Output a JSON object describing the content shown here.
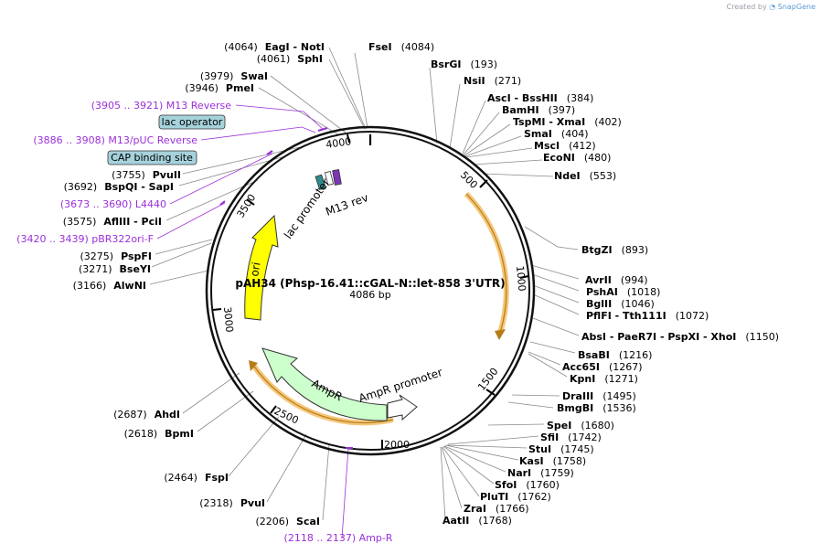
{
  "credit": {
    "created_by": "Created by",
    "brand": "SnapGene"
  },
  "plasmid": {
    "name": "pAH34 (Phsp-16.41::cGAL-N::let-858 3'UTR)",
    "length_label": "4086 bp",
    "length": 4086
  },
  "ticks": [
    "500",
    "1000",
    "1500",
    "2000",
    "2500",
    "3000",
    "3500",
    "4000"
  ],
  "features": {
    "ori": "ori",
    "ampr": "AmpR",
    "ampr_promoter": "AmpR promoter",
    "lac_promoter": "lac promoter",
    "m13_rev": "M13 rev"
  },
  "badges": {
    "lac_operator": "lac operator",
    "cap_site": "CAP binding site"
  },
  "right_labels": [
    {
      "name": "FseI",
      "pos": "(4084)"
    },
    {
      "name": "BsrGI",
      "pos": "(193)"
    },
    {
      "name": "NsiI",
      "pos": "(271)"
    },
    {
      "name": "AscI   -  BssHII",
      "pos": "(384)"
    },
    {
      "name": "BamHI",
      "pos": "(397)"
    },
    {
      "name": "TspMI   -  XmaI",
      "pos": "(402)"
    },
    {
      "name": "SmaI",
      "pos": "(404)"
    },
    {
      "name": "MscI",
      "pos": "(412)"
    },
    {
      "name": "EcoNI",
      "pos": "(480)"
    },
    {
      "name": "NdeI",
      "pos": "(553)"
    },
    {
      "name": "BtgZI",
      "pos": "(893)"
    },
    {
      "name": "AvrII",
      "pos": "(994)"
    },
    {
      "name": "PshAI",
      "pos": "(1018)"
    },
    {
      "name": "BglII",
      "pos": "(1046)"
    },
    {
      "name": "PflFI   -  Tth111I",
      "pos": "(1072)"
    },
    {
      "name": "AbsI   -  PaeR7I   -  PspXI   -  XhoI",
      "pos": "(1150)"
    },
    {
      "name": "BsaBI",
      "pos": "(1216)"
    },
    {
      "name": "Acc65I",
      "pos": "(1267)"
    },
    {
      "name": "KpnI",
      "pos": "(1271)"
    },
    {
      "name": "DraIII",
      "pos": "(1495)"
    },
    {
      "name": "BmgBI",
      "pos": "(1536)"
    },
    {
      "name": "SpeI",
      "pos": "(1680)"
    },
    {
      "name": "SfiI",
      "pos": "(1742)"
    },
    {
      "name": "StuI",
      "pos": "(1745)"
    },
    {
      "name": "KasI",
      "pos": "(1758)"
    },
    {
      "name": "NarI",
      "pos": "(1759)"
    },
    {
      "name": "SfoI",
      "pos": "(1760)"
    },
    {
      "name": "PluTI",
      "pos": "(1762)"
    },
    {
      "name": "ZraI",
      "pos": "(1766)"
    },
    {
      "name": "AatII",
      "pos": "(1768)"
    }
  ],
  "left_labels": [
    {
      "pos": "(4064)",
      "name": "EagI   -  NotI"
    },
    {
      "pos": "(4061)",
      "name": "SphI"
    },
    {
      "pos": "(3979)",
      "name": "SwaI"
    },
    {
      "pos": "(3946)",
      "name": "PmeI"
    },
    {
      "pos": "(3755)",
      "name": "PvuII"
    },
    {
      "pos": "(3692)",
      "name": "BspQI   -  SapI"
    },
    {
      "pos": "(3575)",
      "name": "AflIII   -  PciI"
    },
    {
      "pos": "(3275)",
      "name": "PspFI"
    },
    {
      "pos": "(3271)",
      "name": "BseYI"
    },
    {
      "pos": "(3166)",
      "name": "AlwNI"
    },
    {
      "pos": "(2687)",
      "name": "AhdI"
    },
    {
      "pos": "(2618)",
      "name": "BpmI"
    },
    {
      "pos": "(2464)",
      "name": "FspI"
    },
    {
      "pos": "(2318)",
      "name": "PvuI"
    },
    {
      "pos": "(2206)",
      "name": "ScaI"
    }
  ],
  "primers": [
    "(3905 .. 3921)  M13 Reverse",
    "(3886 .. 3908)  M13/pUC Reverse",
    "(3673 .. 3690)  L4440",
    "(3420 .. 3439)  pBR322ori-F",
    "(2118 .. 2137)  Amp-R"
  ],
  "colors": {
    "ori": "#ffff00",
    "ampr": "#ccffcc",
    "arrow_orange": "#e8a33c",
    "primer": "#9b30d9",
    "badge": "#a6d2dc"
  }
}
